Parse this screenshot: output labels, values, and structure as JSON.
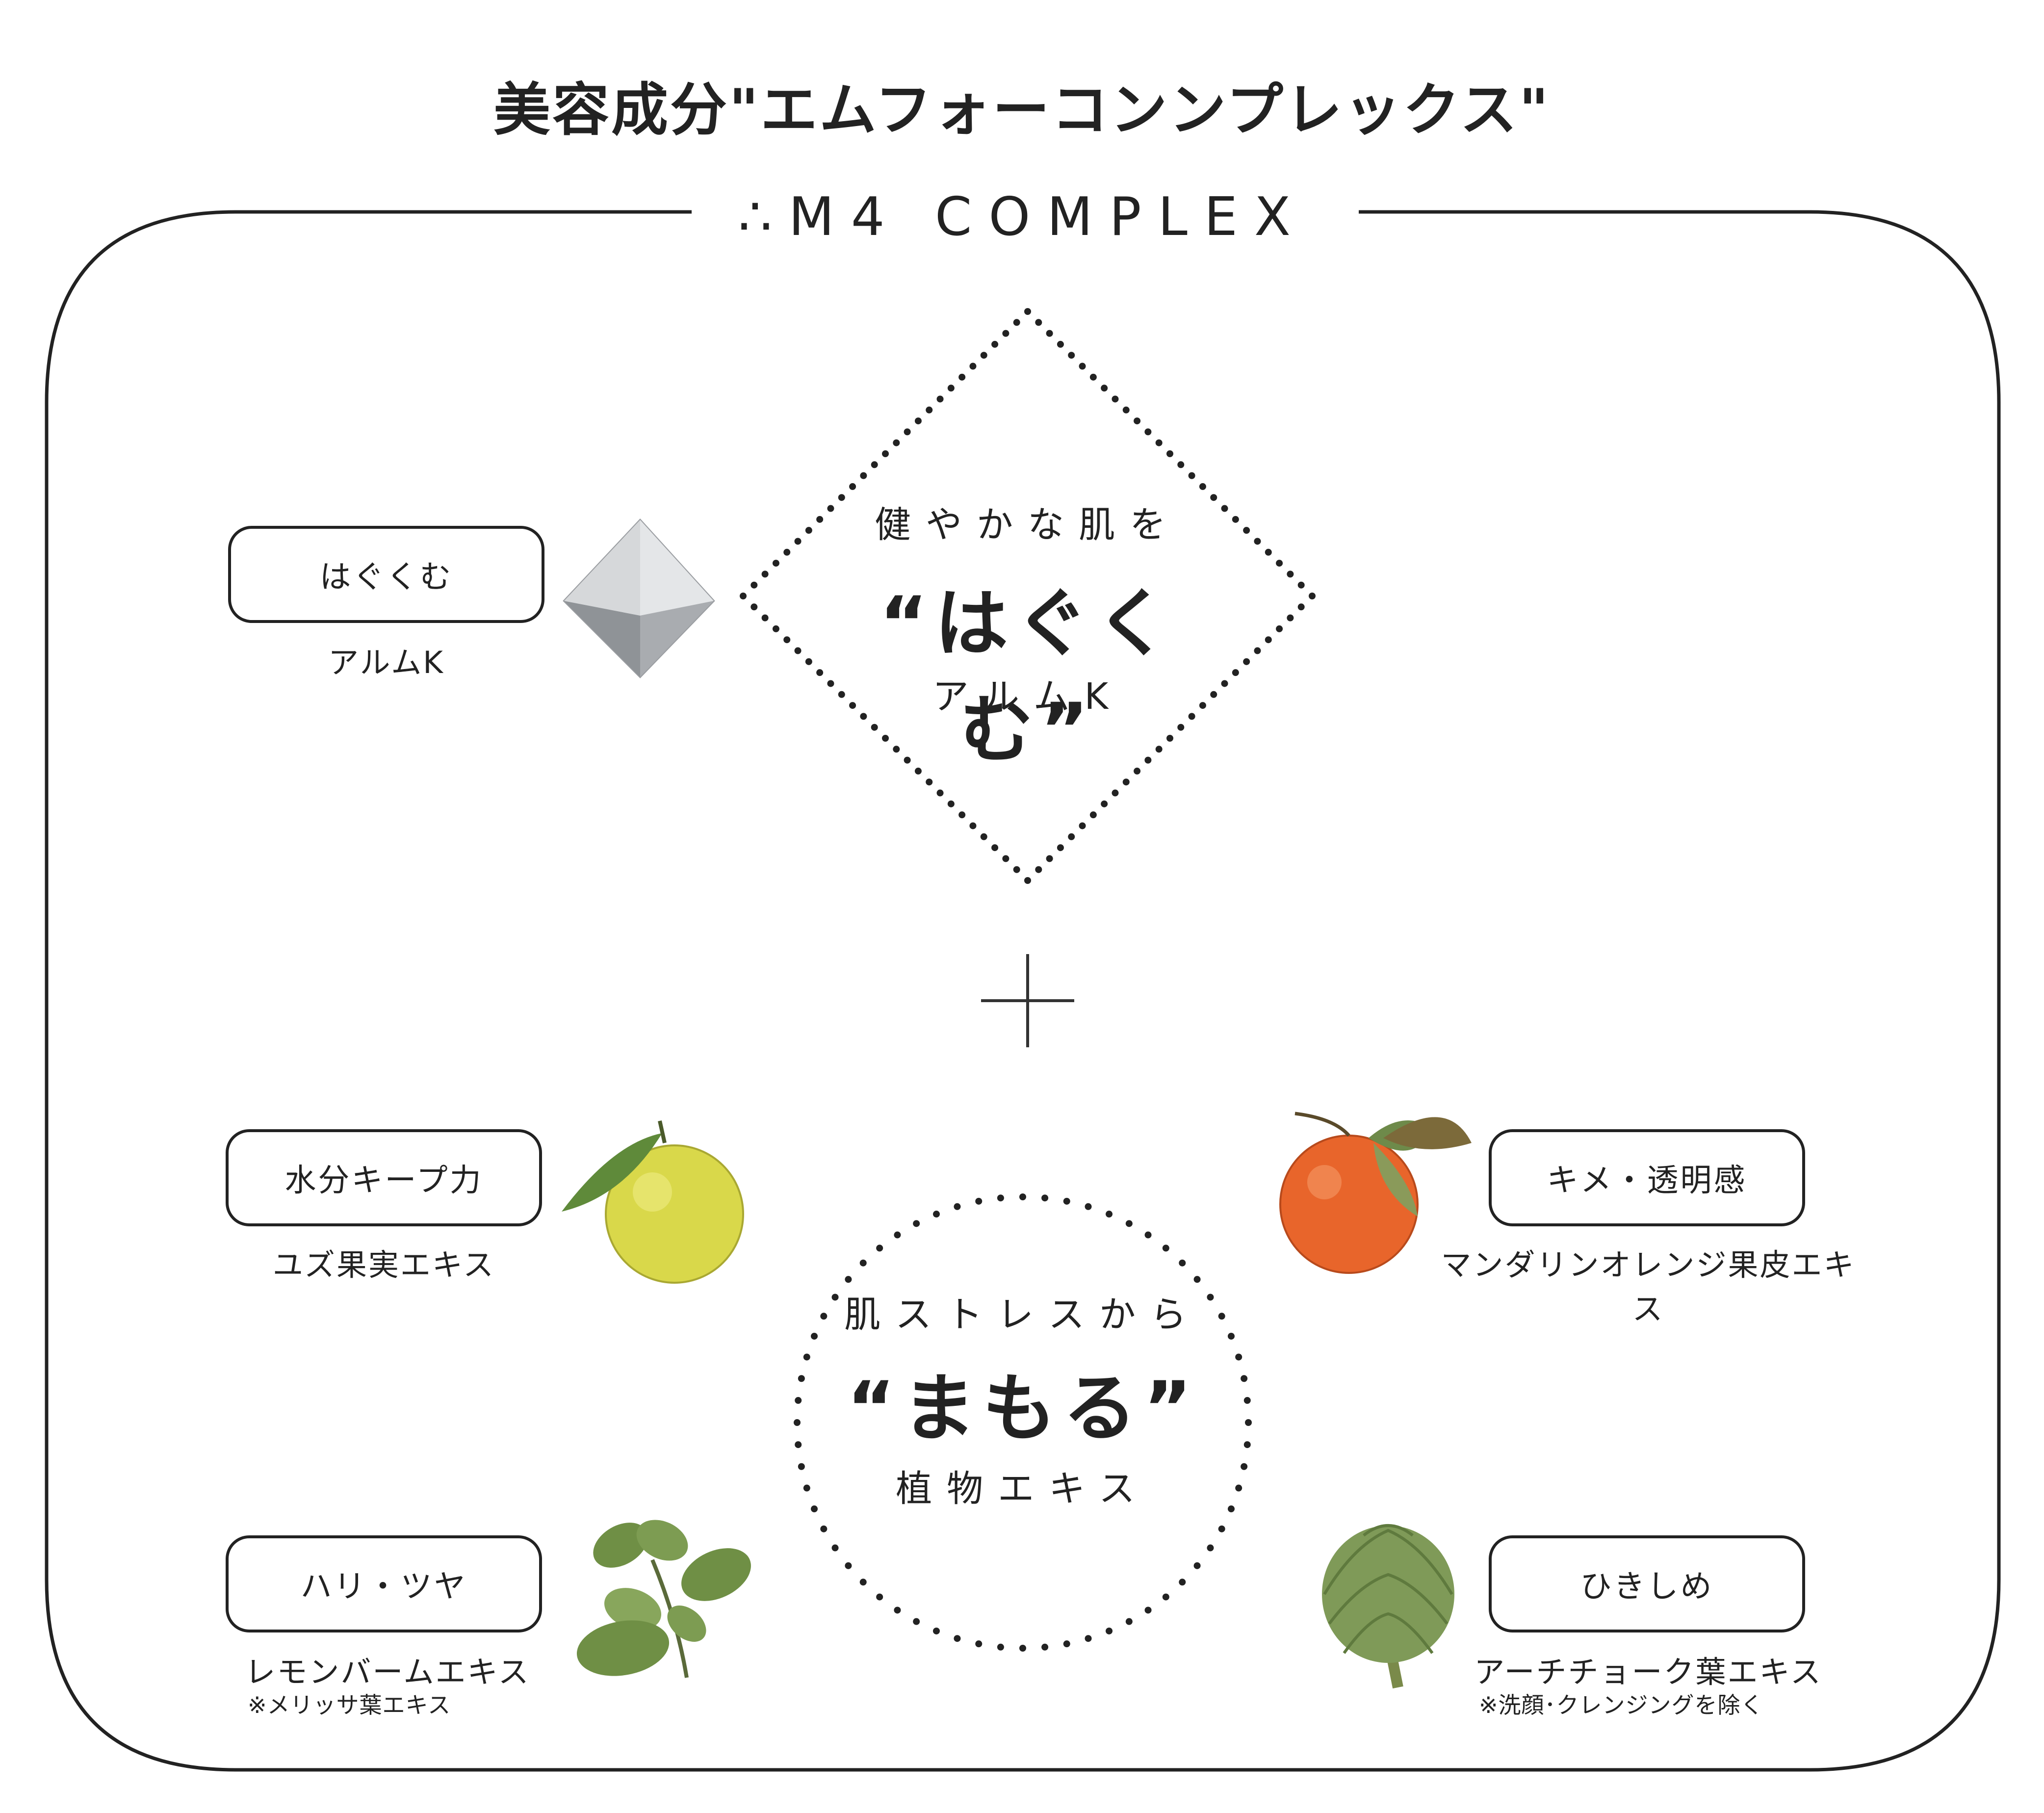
{
  "title": "美容成分\"エムフォーコンンプレックス\"",
  "subtitle": "∴M4 COMPLEX",
  "top_group": {
    "line1": "健やかな肌を",
    "line2": "“はぐくむ”",
    "line3": "アルムK"
  },
  "bottom_group": {
    "line1": "肌ストレスから",
    "line2": "“まもる”",
    "line3": "植物エキス"
  },
  "ingredients": {
    "alum": {
      "label": "はぐくむ",
      "caption": "アルムK"
    },
    "yuzu": {
      "label": "水分キープ力",
      "caption": "ユズ果実エキス"
    },
    "mandarin": {
      "label": "キメ・透明感",
      "caption": "マンダリンオレンジ果皮エキス"
    },
    "lemonbalm": {
      "label": "ハリ・ツヤ",
      "caption": "レモンバームエキス",
      "note": "※メリッサ葉エキス"
    },
    "artichoke": {
      "label": "ひきしめ",
      "caption": "アーチチョーク葉エキス",
      "note": "※洗顔･クレンジングを除く"
    }
  },
  "colors": {
    "ink": "#222222",
    "yuzu": "#d9d84a",
    "mandarin": "#e8652b",
    "leaf": "#6f8f45",
    "crystal": "#b9bcc0"
  }
}
